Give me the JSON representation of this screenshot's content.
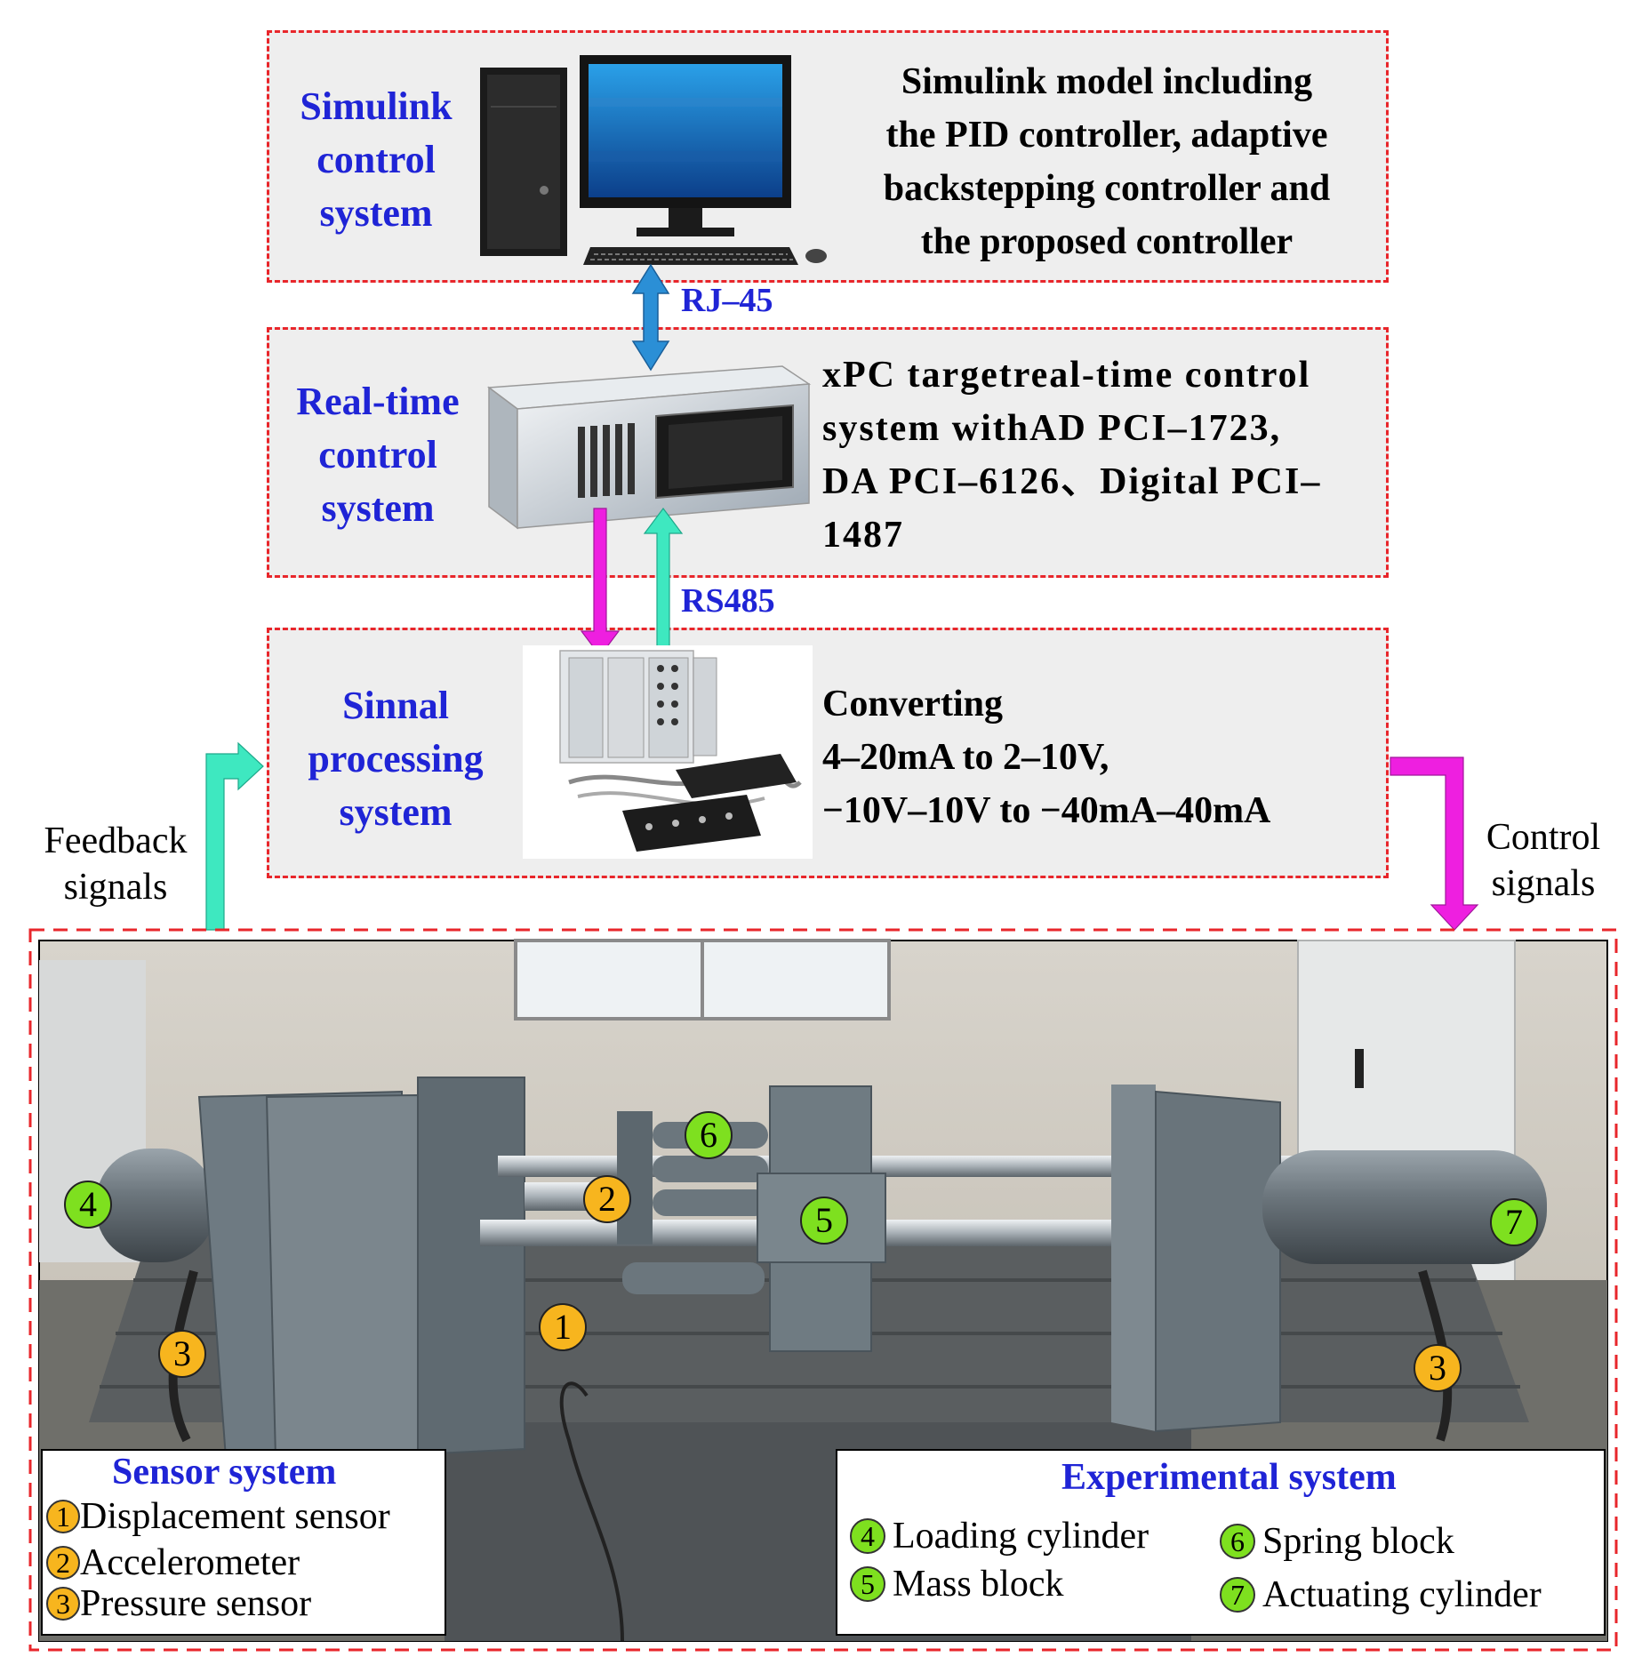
{
  "panels": {
    "simulink": {
      "title": "Simulink\ncontrol\nsystem",
      "description": "Simulink model including\nthe PID controller, adaptive\nbackstepping controller and\nthe proposed controller"
    },
    "realtime": {
      "title": "Real-time\ncontrol\nsystem",
      "description": "xPC targetreal-time control\nsystem withAD PCI–1723,\nDA PCI–6126、Digital PCI–\n1487"
    },
    "signal": {
      "title": "Sinnal\nprocessing\nsystem",
      "description": "Converting\n 4–20mA to 2–10V,\n−10V–10V to −40mA–40mA"
    }
  },
  "connections": {
    "rj45": "RJ–45",
    "rs485": "RS485",
    "feedback": "Feedback\nsignals",
    "control": "Control\nsignals"
  },
  "photo_markers": [
    "4",
    "6",
    "2",
    "5",
    "7",
    "1",
    "3",
    "3"
  ],
  "sensor_legend": {
    "title": "Sensor system",
    "items": [
      {
        "num": "1",
        "label": "Displacement sensor"
      },
      {
        "num": "2",
        "label": "Accelerometer"
      },
      {
        "num": "3",
        "label": "Pressure sensor"
      }
    ]
  },
  "experimental_legend": {
    "title": "Experimental system",
    "items": [
      {
        "num": "4",
        "label": "Loading cylinder"
      },
      {
        "num": "5",
        "label": "Mass block"
      },
      {
        "num": "6",
        "label": "Spring block"
      },
      {
        "num": "7",
        "label": "Actuating cylinder"
      }
    ]
  },
  "colors": {
    "dash": "#e8262b",
    "title_blue": "#1f24d6",
    "arrow_teal": "#3ee8c0",
    "arrow_magenta": "#ee1fe0",
    "arrow_blue": "#2b8fd6",
    "badge_orange": "#f7b51e",
    "badge_green": "#7ee01f"
  }
}
